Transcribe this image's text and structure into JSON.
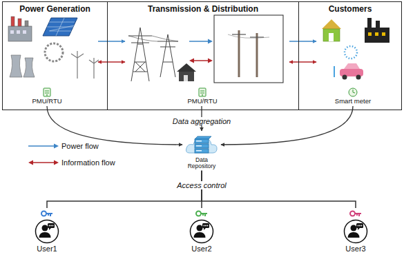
{
  "diagram": {
    "nodes": [
      {
        "text": [
          "Power Generation"
        ]
      },
      {
        "text": [
          "Transmission & Distribution"
        ]
      },
      {
        "text": [
          "Customers"
        ]
      },
      {
        "text": [
          "PMU/RTU"
        ],
        "in": 0
      },
      {
        "text": [
          "PMU/RTU"
        ],
        "in": 1
      },
      {
        "text": [
          "Smart meter"
        ],
        "in": 2
      },
      {
        "text": [
          "Data Repository"
        ]
      },
      {
        "text": [
          "User1"
        ]
      },
      {
        "text": [
          "User2"
        ]
      },
      {
        "text": [
          "User3"
        ]
      }
    ],
    "edges": [
      {
        "from": 0,
        "to": 1,
        "arrow": "to"
      },
      {
        "from": 0,
        "to": 1,
        "arrow": "both"
      },
      {
        "from": 1,
        "to": 2,
        "arrow": "to"
      },
      {
        "from": 1,
        "to": 2,
        "arrow": "both"
      },
      {
        "from": 3,
        "to": 6,
        "arrow": "to"
      },
      {
        "from": 4,
        "to": 6,
        "arrow": "to"
      },
      {
        "from": 5,
        "to": 6,
        "arrow": "to"
      },
      {
        "from": 6,
        "to": 7,
        "arrow": "none"
      },
      {
        "from": 6,
        "to": 8,
        "arrow": "none"
      },
      {
        "from": 6,
        "to": 9,
        "arrow": "none"
      }
    ],
    "labels": [
      "Data aggregation",
      "Access control"
    ],
    "legend": [
      {
        "text": "Power flow"
      },
      {
        "text": "Information flow"
      }
    ]
  }
}
